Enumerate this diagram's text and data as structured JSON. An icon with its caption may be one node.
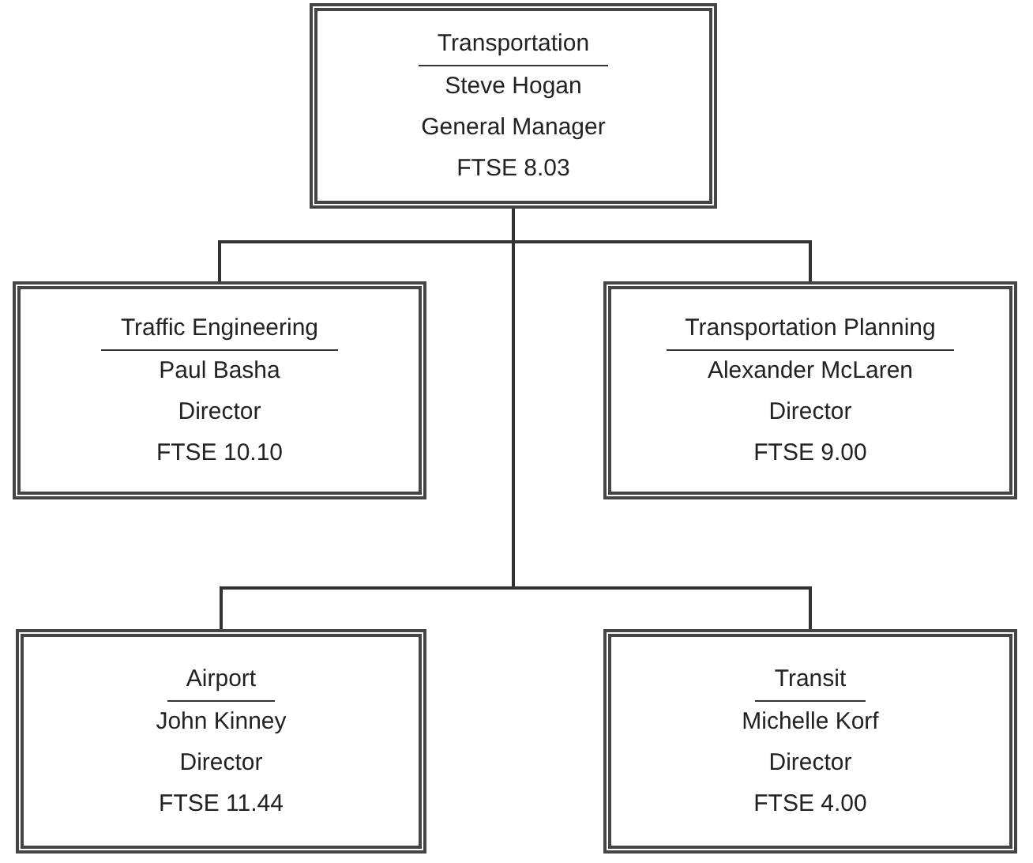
{
  "diagram": {
    "nodes": [
      {
        "text": [
          "Transportation",
          "Steve Hogan",
          "General Manager",
          "FTSE 8.03"
        ]
      },
      {
        "text": [
          "Traffic Engineering",
          "Paul Basha",
          "Director",
          "FTSE 10.10"
        ]
      },
      {
        "text": [
          "Transportation Planning",
          "Alexander McLaren",
          "Director",
          "FTSE 9.00"
        ]
      },
      {
        "text": [
          "Airport",
          "John Kinney",
          "Director",
          "FTSE 11.44"
        ]
      },
      {
        "text": [
          "Transit",
          "Michelle Korf",
          "Director",
          "FTSE 4.00"
        ]
      }
    ],
    "edges": [
      {
        "from": 0,
        "to": 1,
        "arrow": "none"
      },
      {
        "from": 0,
        "to": 2,
        "arrow": "none"
      },
      {
        "from": 0,
        "to": 3,
        "arrow": "none"
      },
      {
        "from": 0,
        "to": 4,
        "arrow": "none"
      }
    ]
  }
}
